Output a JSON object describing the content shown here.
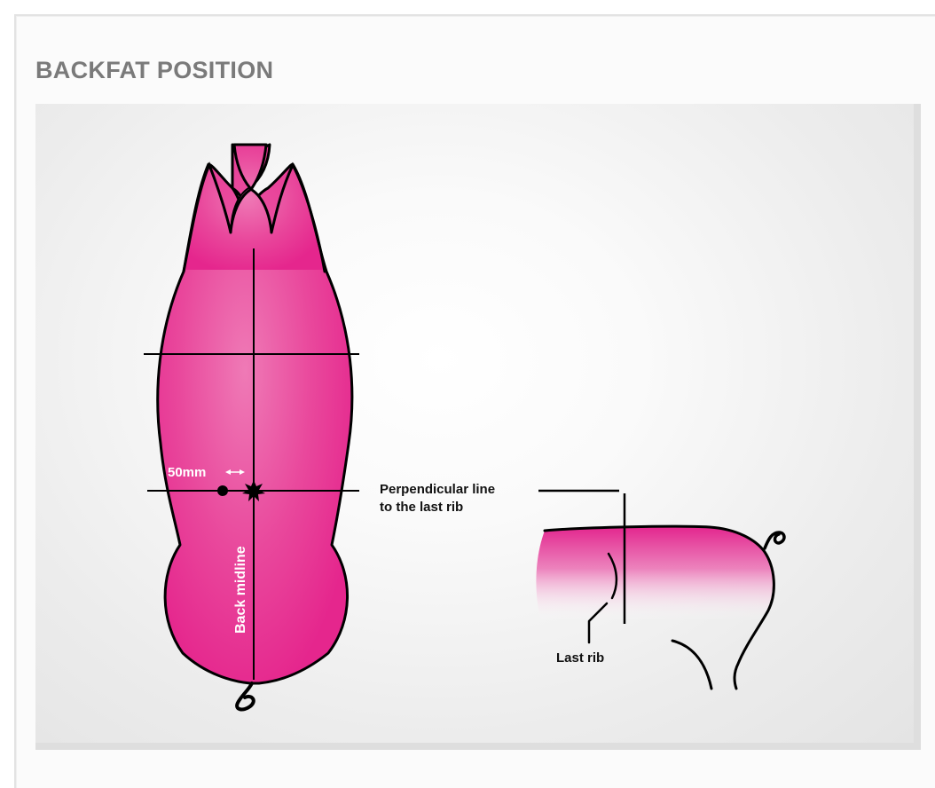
{
  "page": {
    "title": "BACKFAT POSITION"
  },
  "diagram": {
    "labels": {
      "distance": "50mm",
      "back_midline": "Back midline",
      "perpendicular_line_1": "Perpendicular line",
      "perpendicular_line_2": "to the last rib",
      "last_rib": "Last rib"
    },
    "colors": {
      "body_fill": "#e8278f",
      "body_highlight": "#f07ab4",
      "outline": "#000000",
      "label_light": "#ffffff",
      "label_dark": "#111111",
      "title": "#7a7a7a"
    }
  }
}
